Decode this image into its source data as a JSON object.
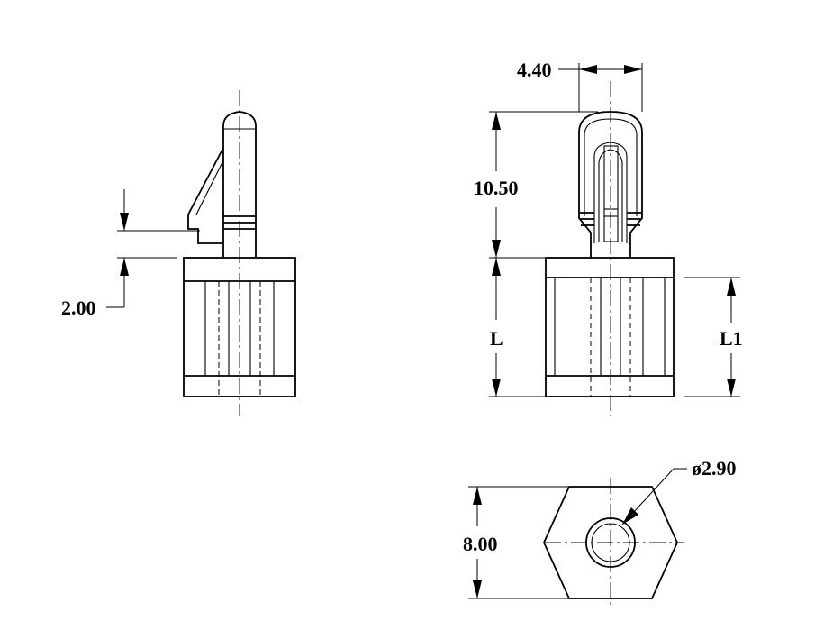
{
  "side_view": {
    "dim_slot_height": "2.00"
  },
  "front_view": {
    "dim_head_width": "4.40",
    "dim_head_height": "10.50",
    "dim_length": "L",
    "dim_length_body": "L1"
  },
  "top_view": {
    "dim_bore_diameter": "ø2.90",
    "dim_hex_across_flats": "8.00"
  }
}
